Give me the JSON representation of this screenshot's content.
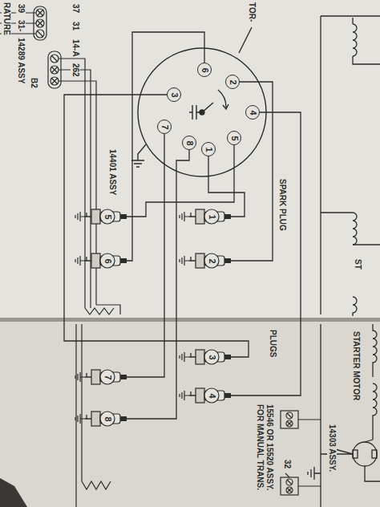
{
  "diagram": {
    "nodes": [
      {
        "text": [
          "1"
        ]
      },
      {
        "text": [
          "2"
        ]
      },
      {
        "text": [
          "3"
        ]
      },
      {
        "text": [
          "4"
        ]
      },
      {
        "text": [
          "5"
        ]
      },
      {
        "text": [
          "6"
        ]
      },
      {
        "text": [
          "7"
        ]
      },
      {
        "text": [
          "8"
        ]
      },
      {
        "text": [
          "1"
        ]
      },
      {
        "text": [
          "2"
        ]
      },
      {
        "text": [
          "3"
        ]
      },
      {
        "text": [
          "4"
        ]
      },
      {
        "text": [
          "5"
        ]
      },
      {
        "text": [
          "6"
        ]
      },
      {
        "text": [
          "7"
        ]
      },
      {
        "text": [
          "8"
        ]
      }
    ],
    "edges": [
      {
        "from": 0,
        "to": 8,
        "arrow": "none"
      },
      {
        "from": 1,
        "to": 9,
        "arrow": "none"
      },
      {
        "from": 2,
        "to": 10,
        "arrow": "none"
      },
      {
        "from": 3,
        "to": 11,
        "arrow": "none"
      },
      {
        "from": 4,
        "to": 12,
        "arrow": "none"
      },
      {
        "from": 5,
        "to": 13,
        "arrow": "none"
      },
      {
        "from": 6,
        "to": 14,
        "arrow": "none"
      },
      {
        "from": 7,
        "to": 15,
        "arrow": "none"
      }
    ],
    "labels": [
      "TOR-",
      "RATURE",
      "39",
      "31-",
      "14289 ASSY",
      "B2",
      "37",
      "31",
      "14-A",
      "262",
      "14401 ASSY",
      "SPARK PLUG",
      "ST",
      "PLUGS",
      "STARTER MOTOR",
      "14303 ASSY.",
      "32",
      "15546 OR 15520 ASSY. FOR MANUAL TRANS."
    ]
  }
}
